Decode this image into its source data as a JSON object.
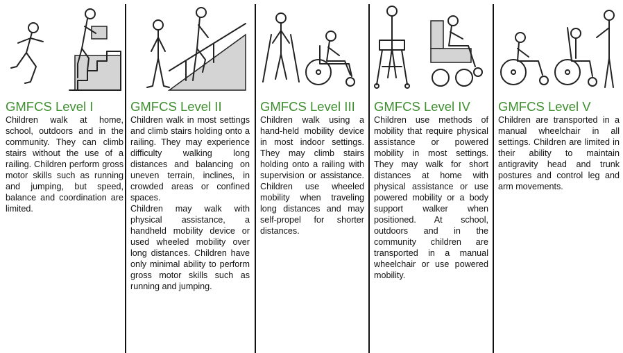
{
  "levels": [
    {
      "title": "GMFCS Level I",
      "paragraphs": [
        "Children walk at home, school, outdoors and in the community. They can climb stairs without the use of a railing. Children perform gross motor skills such as running and jumping, but speed, balance and coordination are limited."
      ]
    },
    {
      "title": "GMFCS Level II",
      "paragraphs": [
        "Children walk in most settings and climb stairs holding onto a railing. They may experience difficulty walking long distances and balancing on uneven terrain, inclines, in crowded areas or confined spaces.",
        "Children may walk with physical assistance, a handheld mobility device or used wheeled mobility over long distances. Children have only minimal ability to perform gross motor skills such as running and jumping."
      ]
    },
    {
      "title": "GMFCS Level III",
      "paragraphs": [
        "Children walk using a hand-held mobility device in most indoor settings. They may climb stairs holding onto a railing with supervision or assistance. Children use wheeled mobility when traveling long distances and may self-propel for shorter distances."
      ]
    },
    {
      "title": "GMFCS Level IV",
      "paragraphs": [
        "Children use methods of mobility that require physical assistance or powered mobility in most settings. They may walk for short distances at home with physical assistance or use powered mobility or a body support walker when positioned. At school, outdoors and in the community children are transported in a manual wheelchair or use powered mobility."
      ]
    },
    {
      "title": "GMFCS Level V",
      "paragraphs": [
        "Children are transported in a manual wheelchair in all settings. Children are limited in their ability to maintain antigravity head and trunk postures and control leg and arm movements."
      ]
    }
  ],
  "colors": {
    "title": "#3e8e2f",
    "divider": "#111111"
  }
}
